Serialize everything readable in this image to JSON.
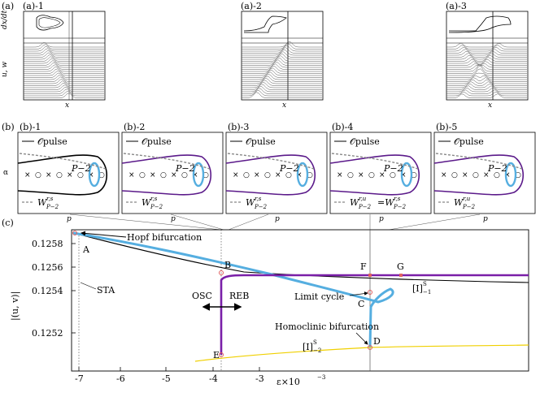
{
  "row_a": {
    "label": "(a)",
    "panels": [
      {
        "label": "(a)-1"
      },
      {
        "label": "(a)-2"
      },
      {
        "label": "(a)-3"
      }
    ],
    "top_ylabel": "dx/dt",
    "bottom_ylabel": "u, w",
    "xlabel": "x"
  },
  "row_b": {
    "label": "(b)",
    "panels": [
      {
        "label": "(b)-1",
        "legend_orbit": "𝒪pulse",
        "legend_manifold": "W",
        "sup": "r,s",
        "sub": "P−2",
        "point": "P−2"
      },
      {
        "label": "(b)-2",
        "legend_orbit": "𝒪pulse",
        "legend_manifold": "W",
        "sup": "r,s",
        "sub": "P−2",
        "point": "P−2"
      },
      {
        "label": "(b)-3",
        "legend_orbit": "𝒪pulse",
        "legend_manifold": "W",
        "sup": "r,s",
        "sub": "P−2",
        "point": "P−2"
      },
      {
        "label": "(b)-4",
        "legend_orbit": "𝒪pulse",
        "legend_manifold": "W",
        "sup": "r,u",
        "sub": "P−2",
        "eq": "=W",
        "sup2": "r,s",
        "sub2": "P−2",
        "point": "P−2"
      },
      {
        "label": "(b)-5",
        "legend_orbit": "𝒪pulse",
        "legend_manifold": "W",
        "sup": "r,u",
        "sub": "P−2",
        "point": "P−2"
      }
    ],
    "ylabel": "α",
    "xlabel": "p"
  },
  "row_c": {
    "label": "(c)",
    "ylabel": "|(u, v)|",
    "xlabel": "ε×10",
    "xlabel_sup": "−3",
    "yticks": [
      "0.1258",
      "0.1256",
      "0.1254",
      "0.1252"
    ],
    "xticks": [
      "-7",
      "-6",
      "-5",
      "-4",
      "-3"
    ],
    "points": [
      "A",
      "B",
      "C",
      "D",
      "E",
      "F",
      "G"
    ],
    "annotations": {
      "hopf": "Hopf bifurcation",
      "sta": "STA",
      "osc": "OSC",
      "reb": "REB",
      "limit_cycle": "Limit cycle",
      "homoclinic": "Homoclinic bifurcation",
      "branch1": "[I]",
      "branch1_sup": "S",
      "branch1_sub": "−1",
      "branch2": "[I]",
      "branch2_sup": "S",
      "branch2_sub": "−2"
    },
    "colors": {
      "black_branch": "#000000",
      "blue_branch": "#55aee0",
      "purple_branch": "#7a1fa8",
      "yellow_branch": "#f0d000",
      "marker": "#e06060"
    }
  }
}
